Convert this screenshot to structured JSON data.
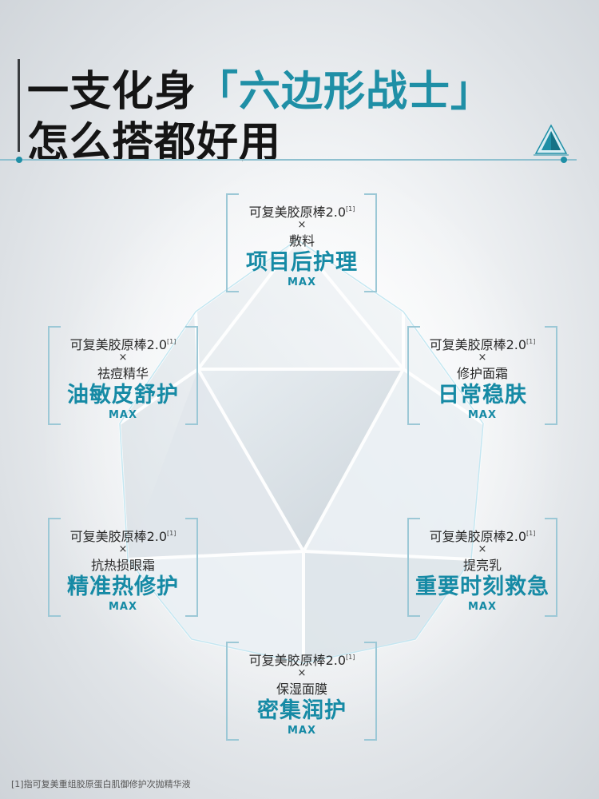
{
  "header": {
    "title_line1_prefix": "一支化身",
    "title_line1_accent": "「六边形战士」",
    "title_line2": "怎么搭都好用"
  },
  "cards": [
    {
      "id": "top",
      "product": "可复美胶原棒2.0",
      "note": "[1]",
      "times": "×",
      "partner": "敷料",
      "scene": "项目后护理",
      "max": "MAX"
    },
    {
      "id": "upper-left",
      "product": "可复美胶原棒2.0",
      "note": "[1]",
      "times": "×",
      "partner": "祛痘精华",
      "scene": "油敏皮舒护",
      "max": "MAX"
    },
    {
      "id": "upper-right",
      "product": "可复美胶原棒2.0",
      "note": "[1]",
      "times": "×",
      "partner": "修护面霜",
      "scene": "日常稳肤",
      "max": "MAX"
    },
    {
      "id": "lower-left",
      "product": "可复美胶原棒2.0",
      "note": "[1]",
      "times": "×",
      "partner": "抗热损眼霜",
      "scene": "精准热修护",
      "max": "MAX"
    },
    {
      "id": "lower-right",
      "product": "可复美胶原棒2.0",
      "note": "[1]",
      "times": "×",
      "partner": "提亮乳",
      "scene": "重要时刻救急",
      "max": "MAX"
    },
    {
      "id": "bottom",
      "product": "可复美胶原棒2.0",
      "note": "[1]",
      "times": "×",
      "partner": "保湿面膜",
      "scene": "密集润护",
      "max": "MAX"
    }
  ],
  "footnote": "[1]指可复美重组胶原蛋白肌御修护次抛精华液",
  "colors": {
    "accent": "#1f8fa6",
    "scene_text": "#168aa5",
    "bracket": "#9cc8d6",
    "title": "#151515"
  },
  "icons": [
    "prism-icon"
  ]
}
